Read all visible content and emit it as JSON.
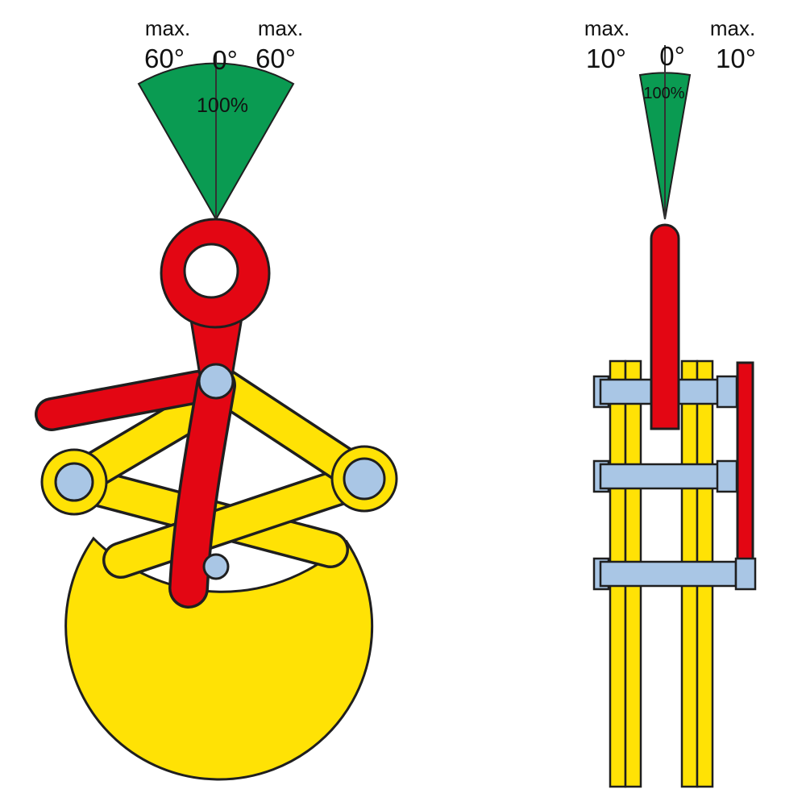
{
  "diagram": {
    "colors": {
      "green": "#0a9b52",
      "red": "#e30613",
      "yellow": "#ffe205",
      "pin_blue": "#a9c6e5",
      "outline": "#1f1f1f",
      "label": "#111111",
      "capacity_text": "#ffffff"
    },
    "front_view": {
      "max_left": "max.",
      "angle_left": "60°",
      "angle_center": "0°",
      "max_right": "max.",
      "angle_right": "60°",
      "capacity": "100%"
    },
    "side_view": {
      "max_left": "max.",
      "angle_left": "10°",
      "angle_center": "0°",
      "max_right": "max.",
      "angle_right": "10°",
      "capacity": "100%"
    }
  }
}
